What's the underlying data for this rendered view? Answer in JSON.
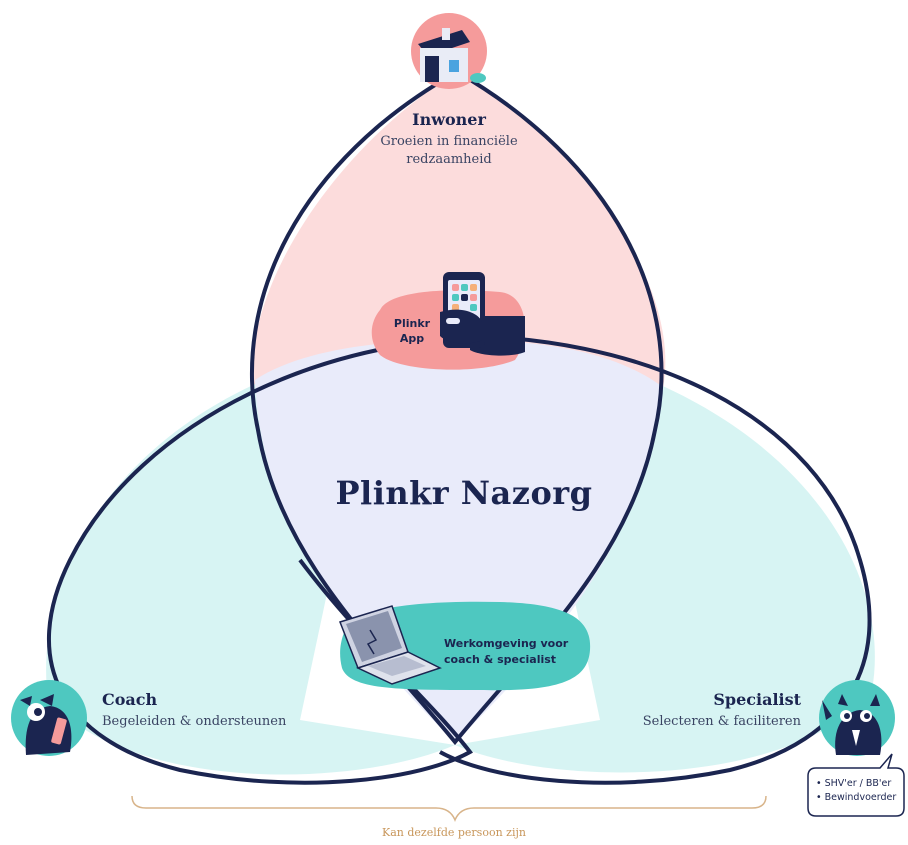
{
  "colors": {
    "navy": "#1b2550",
    "pink": "#fcdcdc",
    "mint": "#d7f4f3",
    "lavender": "#e9ebfa",
    "teal": "#4ec8c0",
    "salmon": "#f59b9b",
    "brace": "#d8b48a"
  },
  "center_title": "Plinkr Nazorg",
  "inwoner": {
    "title": "Inwoner",
    "subtitle_line1": "Groeien in financiële",
    "subtitle_line2": "redzaamheid",
    "icon": "house-icon"
  },
  "coach": {
    "title": "Coach",
    "subtitle": "Begeleiden & ondersteunen",
    "icon": "coach-mascot-icon"
  },
  "specialist": {
    "title": "Specialist",
    "subtitle": "Selecteren & faciliteren",
    "icon": "specialist-mascot-icon",
    "bubble_line1": "• SHV'er / BB'er",
    "bubble_line2": "• Bewindvoerder"
  },
  "app_pill": {
    "line1": "Plinkr",
    "line2": "App",
    "icon": "phone-icon"
  },
  "work_pill": {
    "line1": "Werkomgeving voor",
    "line2": "coach & specialist",
    "icon": "laptop-icon"
  },
  "footer_note": "Kan dezelfde persoon zijn"
}
